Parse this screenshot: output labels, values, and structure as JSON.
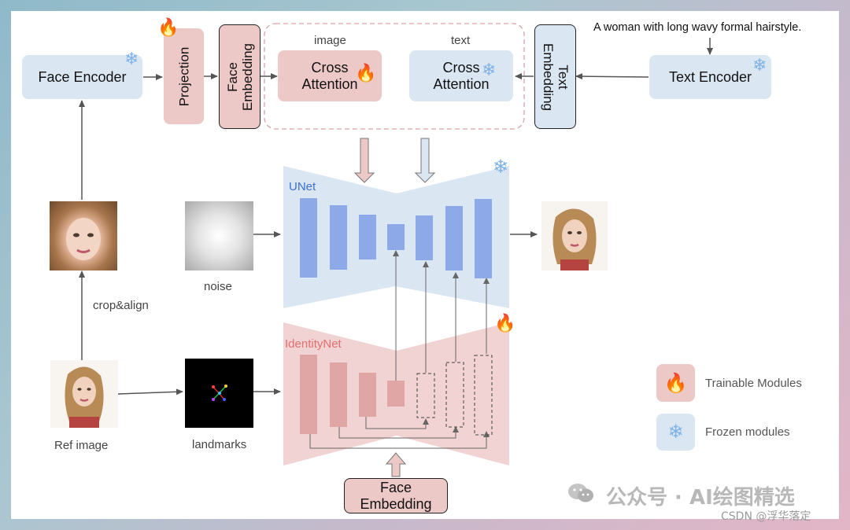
{
  "top": {
    "face_encoder": "Face Encoder",
    "projection": "Projection",
    "face_embedding_top_line1": "Face",
    "face_embedding_top_line2": "Embedding",
    "image_label": "image",
    "text_label": "text",
    "cross_attention_image_line1": "Cross",
    "cross_attention_image_line2": "Attention",
    "cross_attention_text_line1": "Cross",
    "cross_attention_text_line2": "Attention",
    "text_embedding_line1": "Text",
    "text_embedding_line2": "Embedding",
    "text_encoder": "Text Encoder",
    "prompt": "A woman with long wavy formal hairstyle."
  },
  "middle": {
    "unet_label": "UNet",
    "noise_label": "noise",
    "crop_align_label": "crop&align"
  },
  "bottom": {
    "identitynet_label": "IdentityNet",
    "ref_image_label": "Ref image",
    "landmarks_label": "landmarks",
    "face_embedding_bottom_line1": "Face",
    "face_embedding_bottom_line2": "Embedding"
  },
  "legend": {
    "trainable": "Trainable Modules",
    "frozen": "Frozen modules"
  },
  "watermark": {
    "main": "公众号 · AI绘图精选",
    "csdn": "CSDN @浮华落定"
  },
  "colors": {
    "frozen": "#dbe6f3",
    "trainable": "#ecc8c6",
    "unet_block": "#8ea9e8",
    "identitynet_block": "#e0a6a6",
    "unet_label": "#3b6fd6",
    "identitynet_label": "#e07070"
  },
  "icons": {
    "trainable": "fire-icon",
    "frozen": "snowflake-icon"
  }
}
